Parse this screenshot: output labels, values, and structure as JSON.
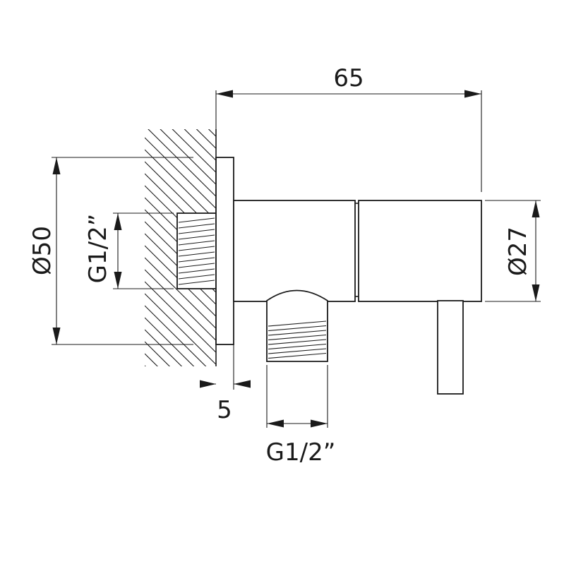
{
  "dimensions": {
    "overall_length": "65",
    "flange_diameter": "Ø50",
    "inlet_thread": "G1/2”",
    "flange_thickness": "5",
    "outlet_thread": "G1/2”",
    "body_diameter": "Ø27"
  }
}
